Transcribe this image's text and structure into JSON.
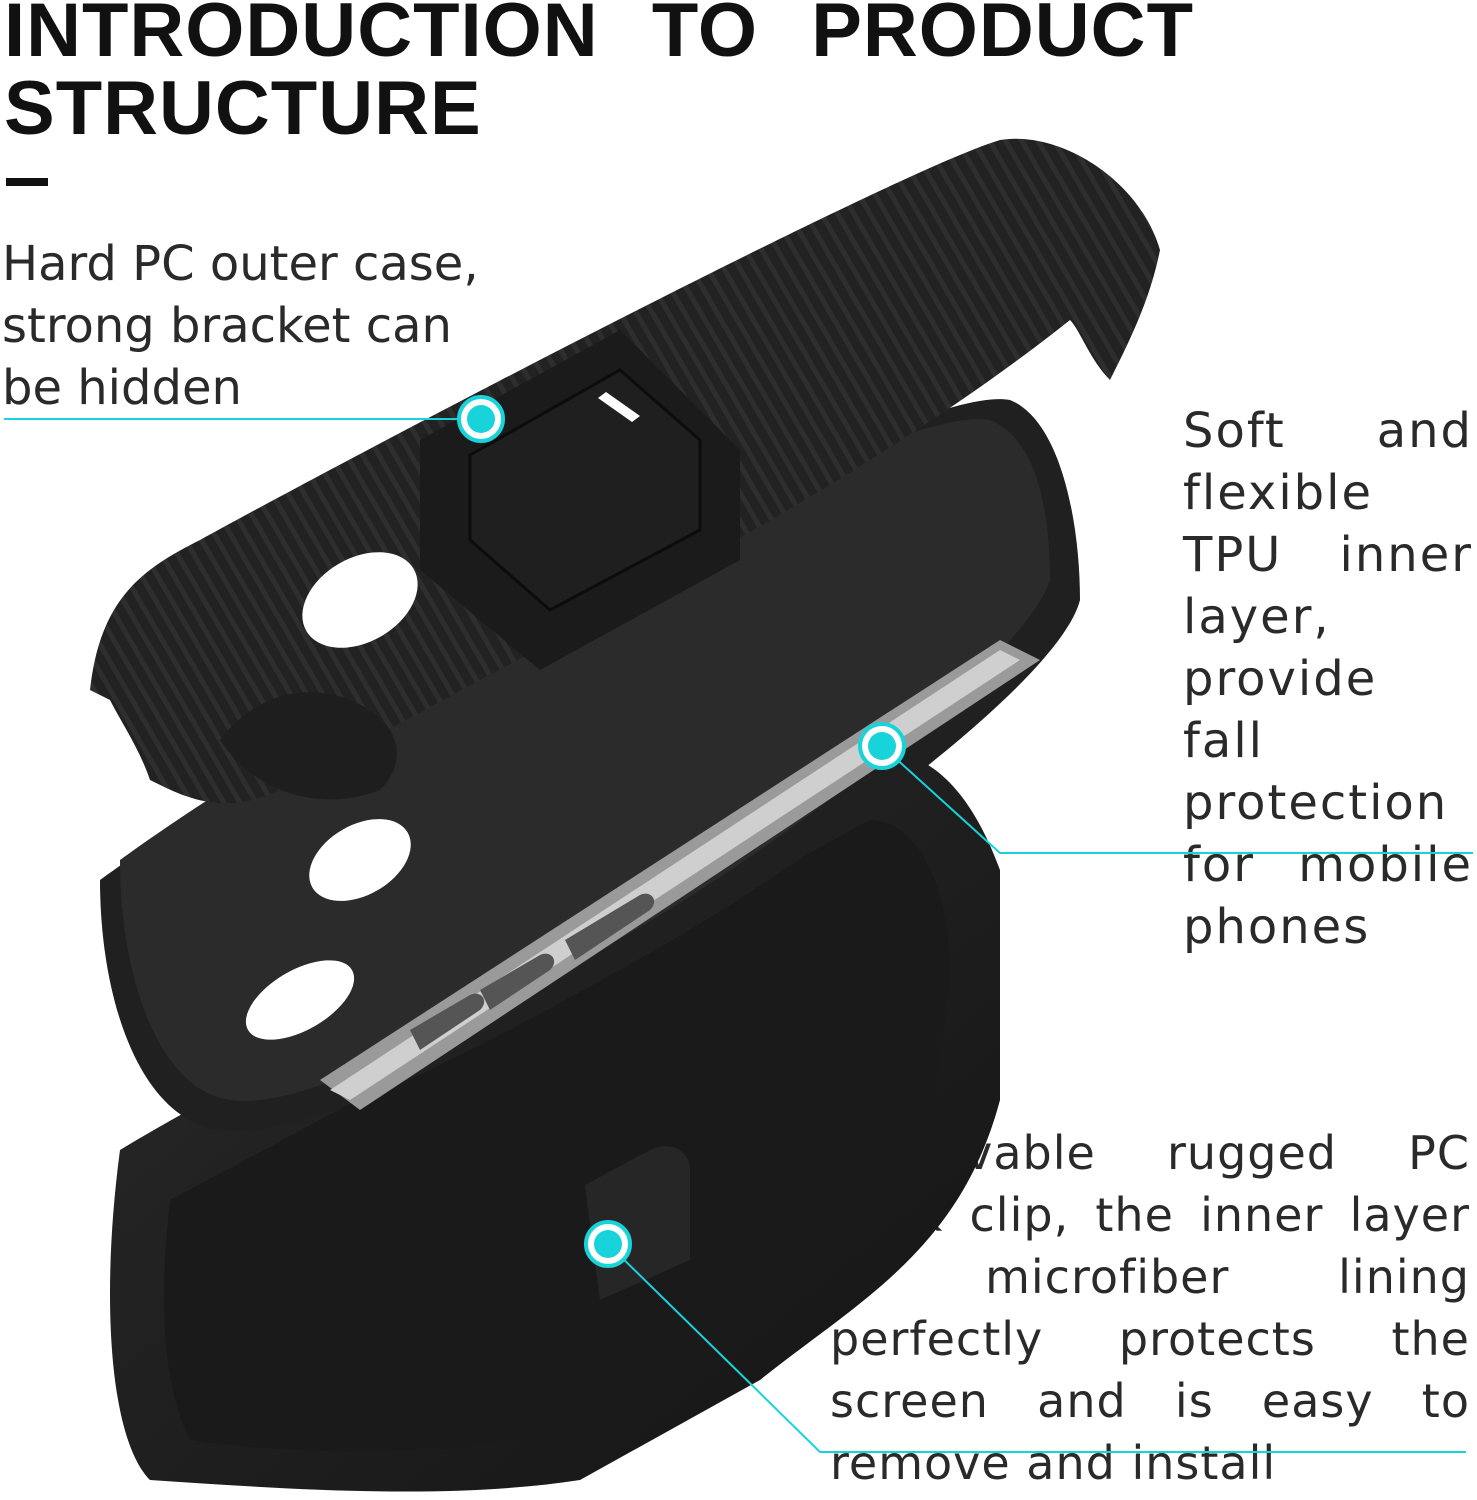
{
  "header": {
    "title": "INTRODUCTION TO PRODUCT STRUCTURE"
  },
  "features": {
    "outer_case": "Hard PC outer case, strong bracket can be hidden",
    "inner_layer": "Soft and flexible TPU inner layer, provide fall protection for mobile phones",
    "back_clip": "Removable rugged PC back clip, the inner layer of microfiber lining perfectly protects the screen and is easy to remove and install"
  },
  "colors": {
    "accent": "#19d3da",
    "case": "#1c1c1c",
    "text": "#2a2a2a"
  }
}
